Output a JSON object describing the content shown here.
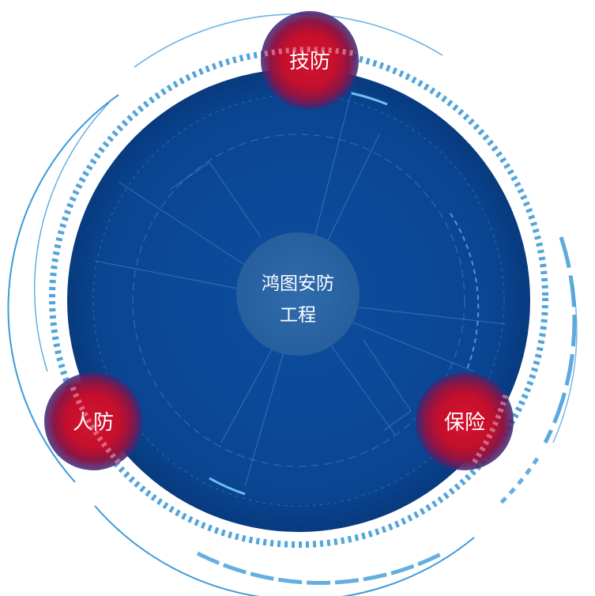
{
  "center": {
    "line1": "鸿图安防",
    "line2": "工程"
  },
  "nodes": [
    {
      "label": "技防"
    },
    {
      "label": "人防"
    },
    {
      "label": "保险"
    }
  ],
  "colors": {
    "disc": "#0a4592",
    "disc_edge": "#083a7e",
    "hub": "#2b66a6",
    "ring": "#3e9ad8",
    "node_core": "#c8102e",
    "node_glow": "#5a1a6a",
    "text": "#ffffff"
  }
}
